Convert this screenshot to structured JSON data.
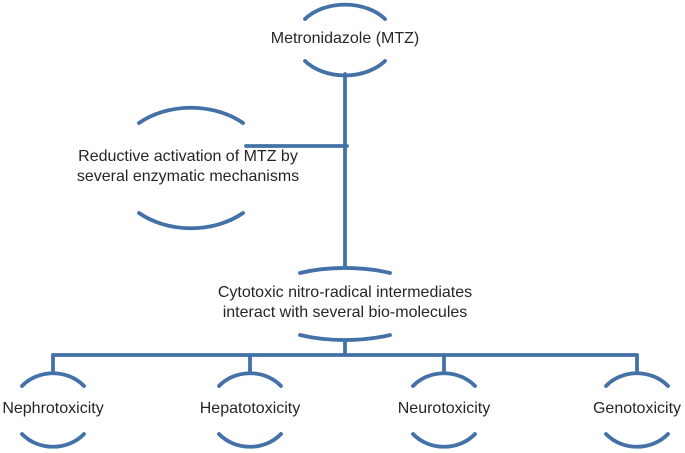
{
  "diagram": {
    "type": "hierarchy-flowchart",
    "accent_color": "#4472a8",
    "text_color": "#262626",
    "background_color": "#ffffff",
    "nodes": {
      "root": {
        "label": "Metronidazole (MTZ)"
      },
      "activation": {
        "label_line1": "Reductive activation of MTZ by",
        "label_line2": "several enzymatic mechanisms"
      },
      "intermediates": {
        "label_line1": "Cytotoxic nitro-radical intermediates",
        "label_line2": "interact with several bio-molecules"
      },
      "outcomes": [
        {
          "label": "Nephrotoxicity"
        },
        {
          "label": "Hepatotoxicity"
        },
        {
          "label": "Neurotoxicity"
        },
        {
          "label": "Genotoxicity"
        }
      ]
    }
  }
}
